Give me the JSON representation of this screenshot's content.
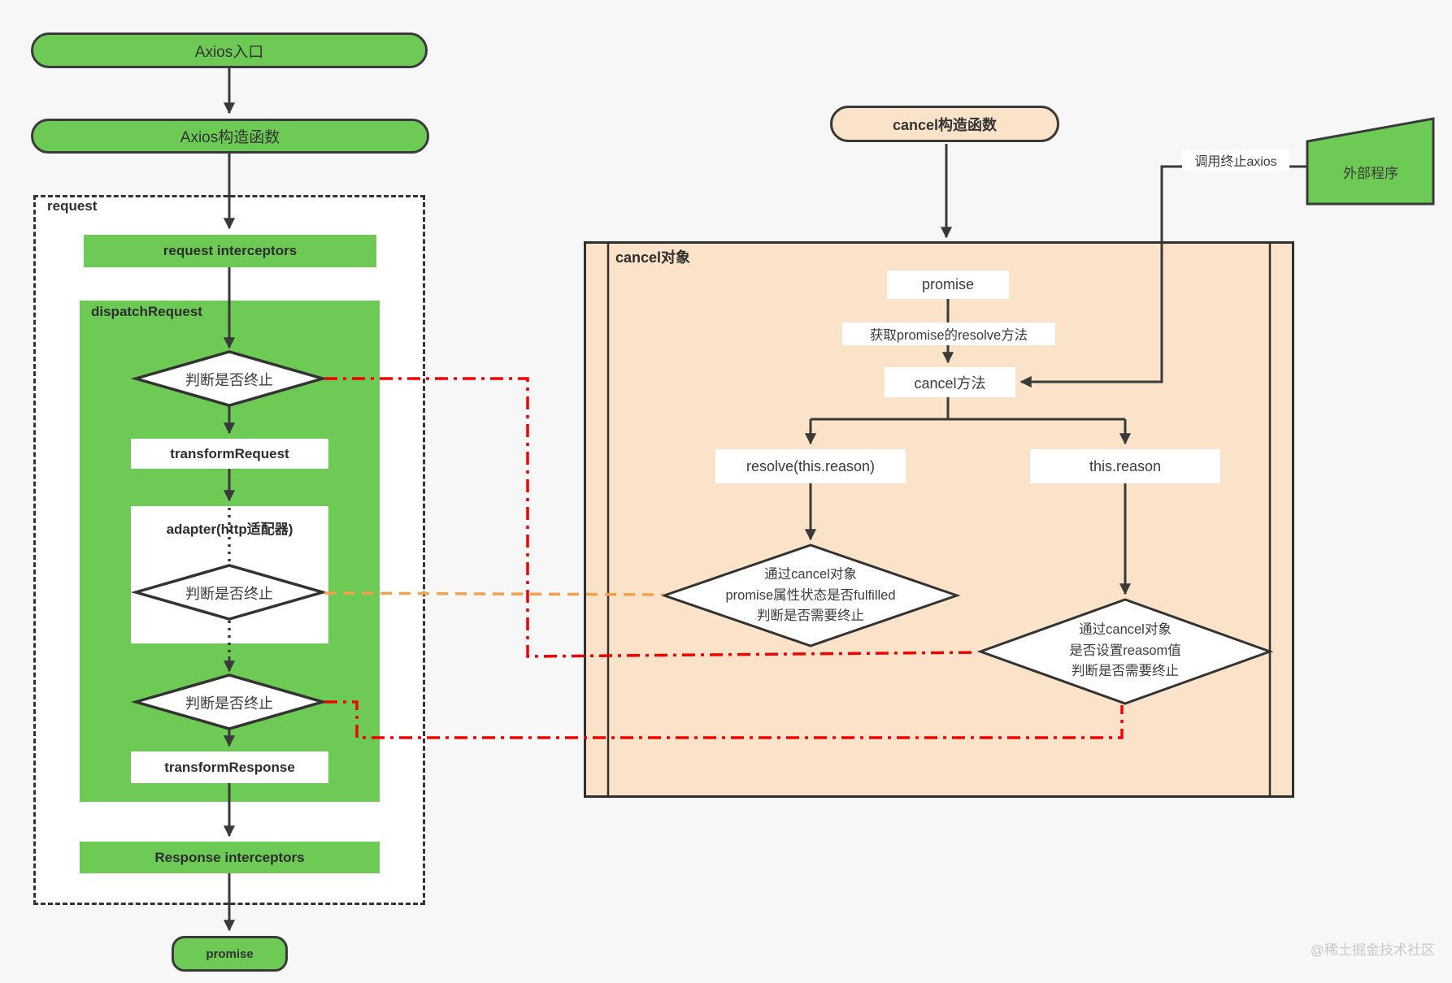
{
  "left_flow": {
    "entry": "Axios入口",
    "constructor": "Axios构造函数",
    "request_group": "request",
    "request_interceptors": "request interceptors",
    "dispatch_group": "dispatchRequest",
    "judge1": "判断是否终止",
    "transform_request": "transformRequest",
    "adapter": "adapter(http适配器)",
    "judge2": "判断是否终止",
    "judge3": "判断是否终止",
    "transform_response": "transformResponse",
    "response_interceptors": "Response  interceptors",
    "promise": "promise"
  },
  "right_flow": {
    "cancel_constructor": "cancel构造函数",
    "cancel_group": "cancel对象",
    "promise": "promise",
    "resolve_note": "获取promise的resolve方法",
    "cancel_method": "cancel方法",
    "resolve_call": "resolve(this.reason)",
    "this_reason": "this.reason",
    "judge_fulfilled": "通过cancel对象\npromise属性状态是否fulfilled\n判断是否需要终止",
    "judge_reason": "通过cancel对象\n是否设置reasom值\n判断是否需要终止",
    "external_program": "外部程序",
    "call_label": "调用终止axios"
  },
  "colors": {
    "green": "#6dca55",
    "peach": "#fbe3c9",
    "line": "#3a3a3a",
    "red": "#ee0202",
    "orange": "#f5a04a"
  },
  "watermark": "@稀土掘金技术社区"
}
